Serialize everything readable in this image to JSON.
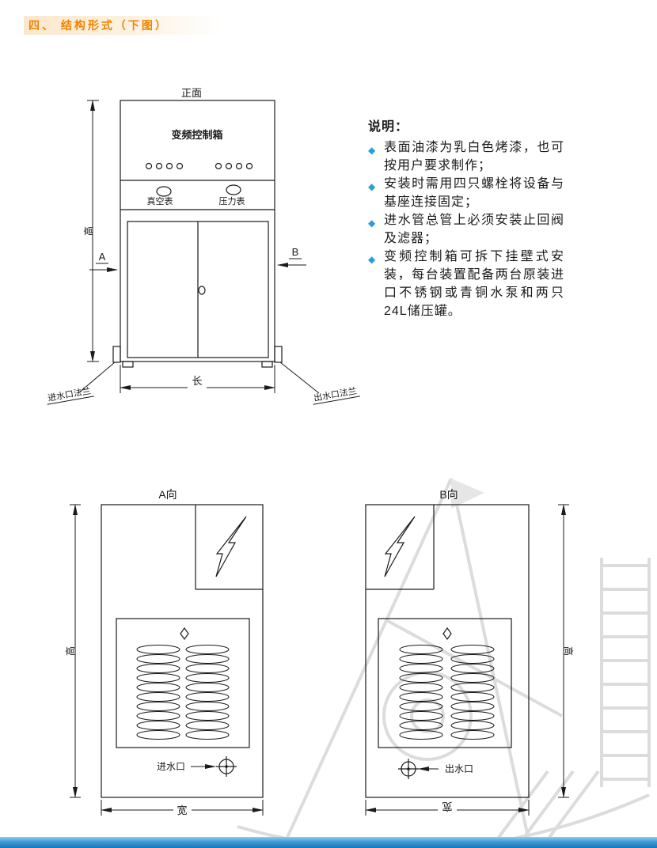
{
  "header": {
    "title": "四、 结构形式（下图）"
  },
  "front_view": {
    "title": "正面",
    "control_box_label": "变频控制箱",
    "vacuum_gauge_label": "真空表",
    "pressure_gauge_label": "压力表",
    "dim_height": "高",
    "dim_length": "长",
    "section_marker_a": "A",
    "section_marker_b": "B",
    "inlet_flange_label": "进水口法兰",
    "outlet_flange_label": "出水口法兰"
  },
  "notes": {
    "title": "说明：",
    "bullet": "◆",
    "items": [
      "表面油漆为乳白色烤漆，也可按用户要求制作；",
      "安装时需用四只螺栓将设备与基座连接固定；",
      "进水管总管上必须安装止回阀及滤器；",
      "变频控制箱可拆下挂壁式安装，每台装置配备两台原装进口不锈钢或青铜水泵和两只24L储压罐。"
    ]
  },
  "view_a": {
    "title": "A向",
    "dim_height": "高",
    "dim_width": "宽",
    "port_label": "进水口"
  },
  "view_b": {
    "title": "B向",
    "dim_height": "高",
    "dim_width": "宽",
    "port_label": "出水口"
  },
  "icons": {
    "flash": "lightning-bolt-icon",
    "port": "circle-cross-port-icon",
    "bullet": "diamond-bullet-icon"
  },
  "colors": {
    "header_text": "#f08300",
    "header_bar_start": "#fbe7cd",
    "bullet_blue": "#2b9fd9",
    "footer_bar_top": "#8ecdf0",
    "footer_bar_bottom": "#1577bb",
    "line": "#1a1a1a"
  }
}
